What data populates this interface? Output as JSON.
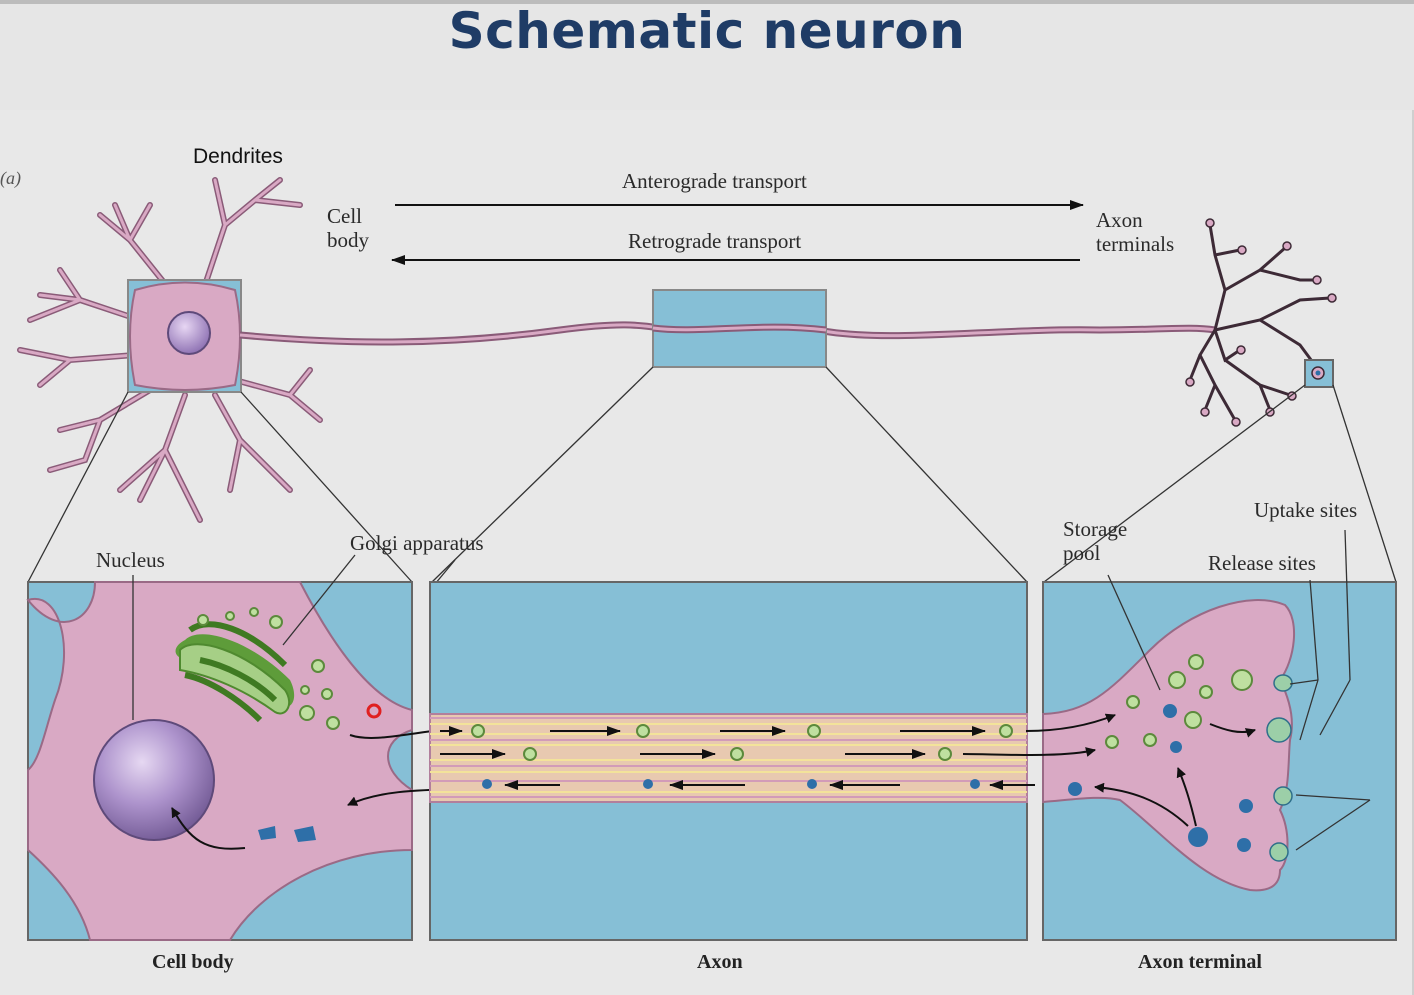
{
  "title": "Schematic neuron",
  "figure_tag": "(a)",
  "labels": {
    "dendrites": "Dendrites",
    "cell_body": "Cell\nbody",
    "anterograde": "Anterograde transport",
    "retrograde": "Retrograde transport",
    "axon_terminals": "Axon\nterminals",
    "nucleus": "Nucleus",
    "golgi": "Golgi apparatus",
    "storage_pool": "Storage\npool",
    "uptake_sites": "Uptake sites",
    "release_sites": "Release sites"
  },
  "captions": {
    "cell_body": "Cell body",
    "axon": "Axon",
    "axon_terminal": "Axon terminal"
  },
  "colors": {
    "title": "#1f3c66",
    "cytoplasm": "#d9a9c4",
    "membrane": "#9a6a86",
    "extracellular": "#86bfd6",
    "nucleus": "#a88cc6",
    "golgi": "#7fb05a",
    "vesicle_light": "#bfe0a0",
    "vesicle_dark": "#2e6fa8"
  }
}
